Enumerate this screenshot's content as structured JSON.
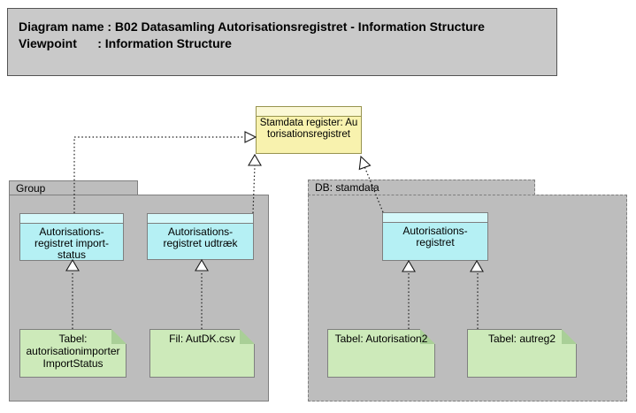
{
  "header": {
    "line1": "Diagram name : B02 Datasamling Autorisationsregistret - Information Structure",
    "line2": "Viewpoint      : Information Structure"
  },
  "stamdata_note": {
    "text": "Stamdata register: Autorisationsregistret"
  },
  "groups": [
    {
      "label": "Group"
    },
    {
      "label": "DB: stamdata"
    }
  ],
  "objects": [
    {
      "text": "Autorisations-registret import-status"
    },
    {
      "text": "Autorisations-registret udtræk"
    },
    {
      "text": "Autorisations-registret"
    }
  ],
  "notes": [
    {
      "text": "Tabel: autorisationimporter ImportStatus"
    },
    {
      "text": "Fil: AutDK.csv"
    },
    {
      "text": "Tabel: Autorisation2"
    },
    {
      "text": "Tabel: autreg2"
    }
  ],
  "colors": {
    "title_fill": "#c9c9c9",
    "container_fill": "#bdbdbd",
    "container_border": "#7f7f7f",
    "object_fill": "#b5f0f4",
    "object_header_fill": "#d4f8fa",
    "note_fill": "#cdeaba",
    "note_fold": "#a9cf97",
    "stamdata_fill": "#f8f2ae",
    "stamdata_header_fill": "#fbf8d6",
    "stamdata_border": "#98944f",
    "connector": "#1a1a1a"
  }
}
